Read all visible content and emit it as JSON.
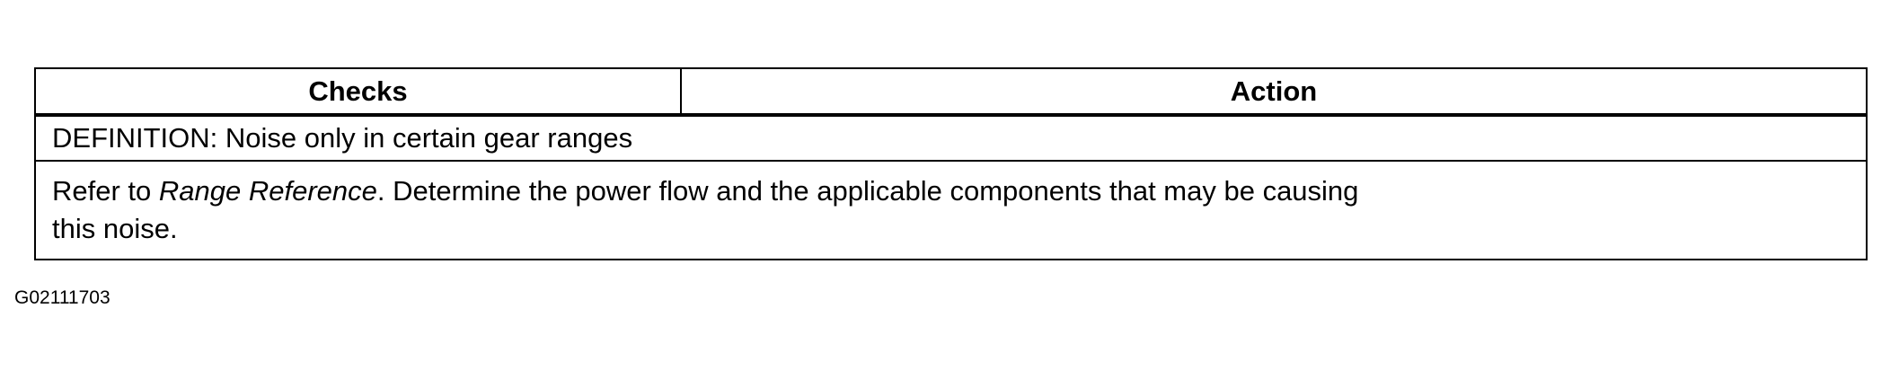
{
  "table": {
    "headers": {
      "checks": "Checks",
      "action": "Action"
    },
    "definition": "DEFINITION: Noise only in certain gear ranges",
    "body": {
      "prefix": "Refer to ",
      "reference": "Range Reference",
      "line1_rest": ". Determine the power flow and the applicable components that may be causing",
      "line2": "this noise."
    }
  },
  "figure_id": "G02111703"
}
